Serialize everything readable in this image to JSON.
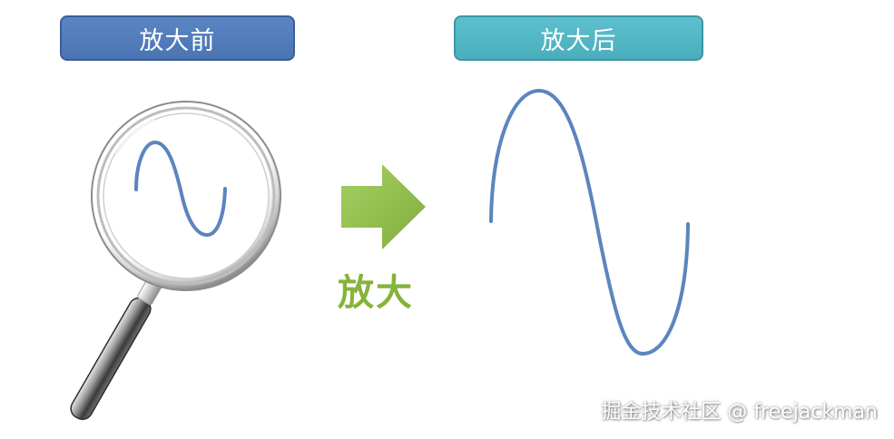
{
  "labels": {
    "before": "放大前",
    "after": "放大后"
  },
  "arrow": {
    "caption": "放大",
    "color": "#8dbb4d"
  },
  "wave_color": "#5b85be",
  "watermark": "掘金技术社区 @ freejackman",
  "icons": {
    "magnifier": "magnifying-glass-icon",
    "arrow": "right-arrow-icon"
  }
}
